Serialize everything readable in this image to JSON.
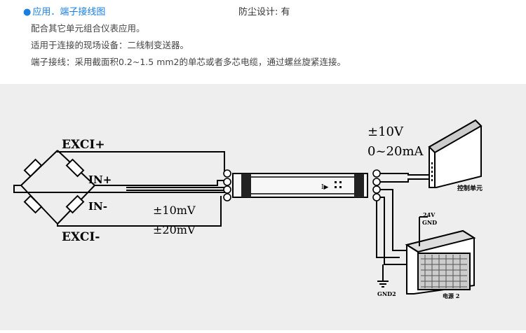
{
  "header": {
    "title": "应用．端子接线图",
    "dust_proof": "防尘设计: 有"
  },
  "description": {
    "line1": "配合其它单元组合仪表应用。",
    "line2": "适用于连接的现场设备：二线制变送器。",
    "line3": "端子接线：采用截面积0.2~1.5 mm2的单芯或者多芯电缆，通过螺丝旋紧连接。"
  },
  "diagram": {
    "exci_plus": "EXCI+",
    "in_plus": "IN+",
    "in_minus": "IN-",
    "exci_minus": "EXCI-",
    "mv10": "±10mV",
    "mv20": "±20mV",
    "out_v": "±10V",
    "out_ma": "0~20mA",
    "control_unit": "控制单元",
    "v24": "24V",
    "gnd": "GND",
    "gnd2": "GND2",
    "power": "电源 2"
  }
}
